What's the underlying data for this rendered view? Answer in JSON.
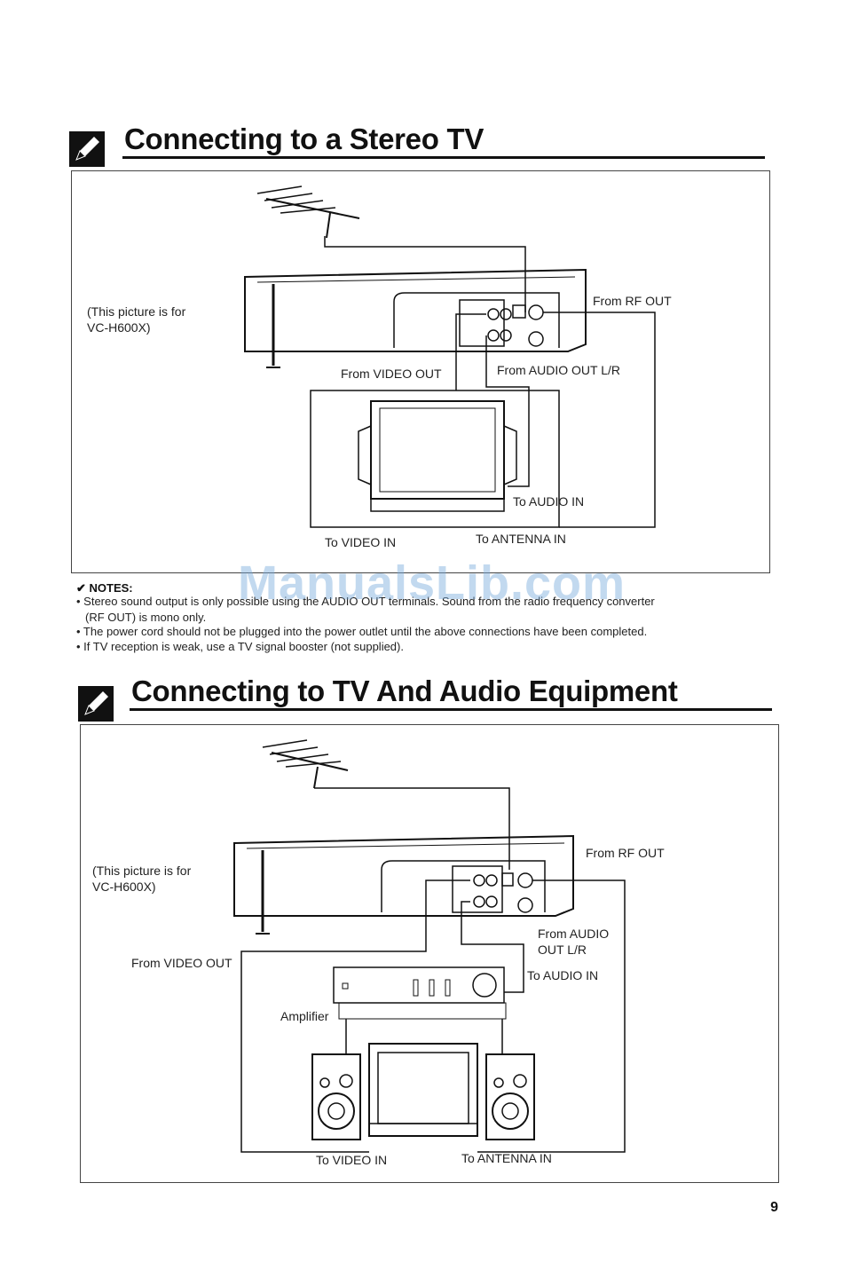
{
  "section1": {
    "title": "Connecting to a Stereo TV",
    "caption": "(This picture is for\nVC-H600X)",
    "labels": {
      "from_rf_out": "From RF OUT",
      "from_video_out": "From VIDEO OUT",
      "from_audio_out": "From AUDIO OUT L/R",
      "to_audio_in": "To AUDIO IN",
      "to_video_in": "To VIDEO IN",
      "to_antenna_in": "To ANTENNA IN"
    }
  },
  "notes": {
    "heading": "✔ NOTES:",
    "items": [
      "• Stereo sound output is only possible using the AUDIO OUT terminals. Sound from the radio frequency converter",
      "(RF OUT) is mono only.",
      "• The power cord should not be plugged into the power outlet until the above connections have been completed.",
      "• If TV reception is weak, use a TV signal booster (not supplied)."
    ]
  },
  "section2": {
    "title": "Connecting to TV And Audio Equipment",
    "caption": "(This picture is for\nVC-H600X)",
    "labels": {
      "from_rf_out": "From RF OUT",
      "from_audio_out": "From AUDIO\nOUT L/R",
      "from_video_out": "From VIDEO OUT",
      "to_audio_in": "To AUDIO IN",
      "amplifier": "Amplifier",
      "to_video_in": "To VIDEO IN",
      "to_antenna_in": "To ANTENNA IN"
    }
  },
  "watermark": "ManualsLib.com",
  "page_number": "9"
}
